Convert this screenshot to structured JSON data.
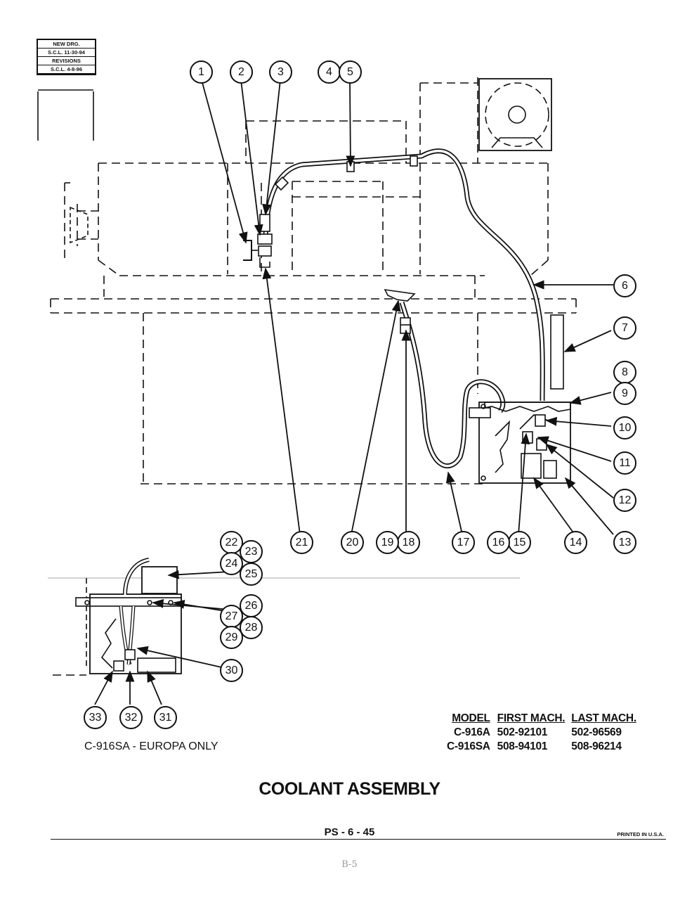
{
  "title_block": {
    "new_drawing": "NEW DRG.",
    "new_drawing_ref": "S.C.L. 11-30-94",
    "revisions": "REVISIONS",
    "revision_ref": "S.C.L. 4-8-96"
  },
  "callouts": [
    "1",
    "2",
    "3",
    "4",
    "5",
    "6",
    "7",
    "8",
    "9",
    "10",
    "11",
    "12",
    "13",
    "14",
    "15",
    "16",
    "17",
    "18",
    "19",
    "20",
    "21",
    "22",
    "23",
    "24",
    "25",
    "26",
    "27",
    "28",
    "29",
    "30",
    "31",
    "32",
    "33"
  ],
  "inset_caption": "C-916SA - EUROPA ONLY",
  "model_table": {
    "headers": [
      "MODEL",
      "FIRST MACH.",
      "LAST MACH."
    ],
    "rows": [
      [
        "C-916A",
        "502-92101",
        "502-96569"
      ],
      [
        "C-916SA",
        "508-94101",
        "508-96214"
      ]
    ]
  },
  "drawing_title": "COOLANT ASSEMBLY",
  "page_number": "PS - 6 - 45",
  "printed_note": "PRINTED IN U.S.A.",
  "handwritten_mark": "B-5"
}
